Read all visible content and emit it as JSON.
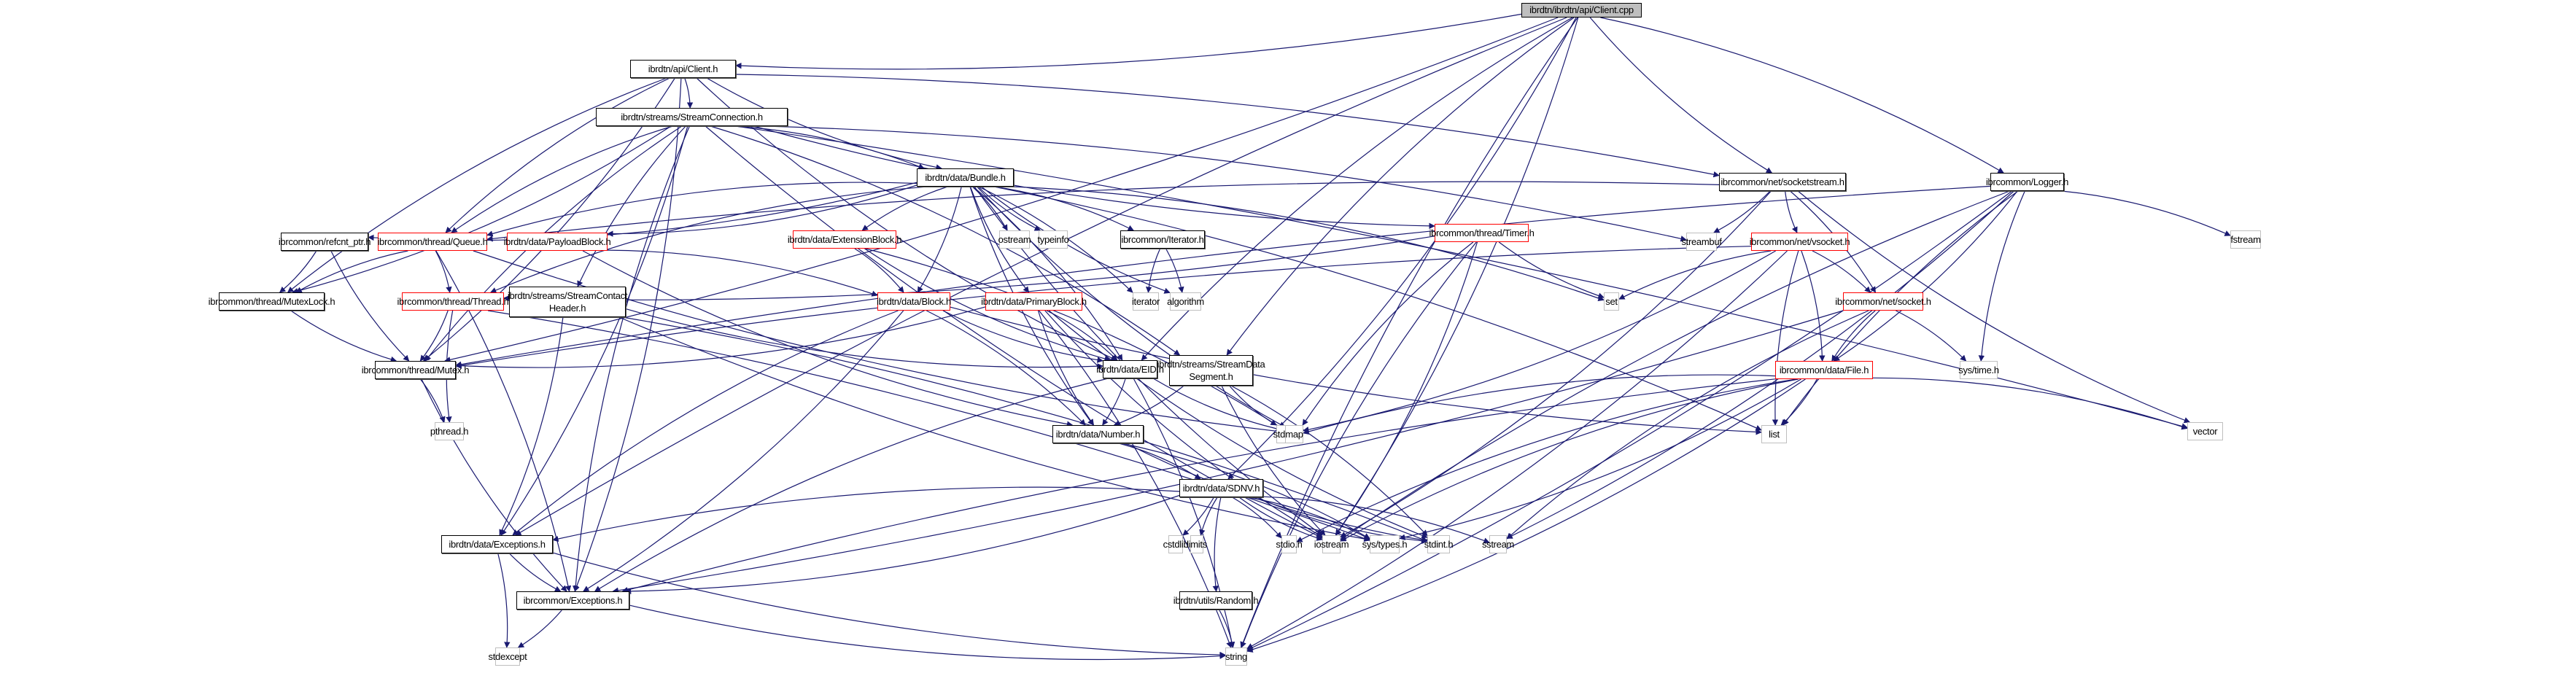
{
  "title": "ibrdtn/ibrdtn/api/Client.cpp include dependency graph",
  "colors": {
    "edge": "#191970",
    "root_fill": "#bfbfbf",
    "truncated_border": "#ff0000",
    "system_border": "#bfbfbf"
  },
  "nodes": {
    "client_cpp": {
      "label": "ibrdtn/ibrdtn/api/Client.cpp",
      "kind": "root"
    },
    "client_h": {
      "label": "ibrdtn/api/Client.h",
      "kind": "doc"
    },
    "streamconnection": {
      "label": "ibrdtn/streams/StreamConnection.h",
      "kind": "doc"
    },
    "bundle": {
      "label": "ibrdtn/data/Bundle.h",
      "kind": "doc"
    },
    "socketstream": {
      "label": "ibrcommon/net/socketstream.h",
      "kind": "doc"
    },
    "logger": {
      "label": "ibrcommon/Logger.h",
      "kind": "doc"
    },
    "refcnt": {
      "label": "ibrcommon/refcnt_ptr.h",
      "kind": "doc"
    },
    "queue": {
      "label": "ibrcommon/thread/Queue.h",
      "kind": "trunc"
    },
    "payloadblock": {
      "label": "ibrdtn/data/PayloadBlock.h",
      "kind": "trunc"
    },
    "extensionblock": {
      "label": "ibrdtn/data/ExtensionBlock.h",
      "kind": "trunc"
    },
    "ostream": {
      "label": "ostream",
      "kind": "sys"
    },
    "typeinfo": {
      "label": "typeinfo",
      "kind": "sys"
    },
    "iterator_h": {
      "label": "ibrcommon/Iterator.h",
      "kind": "doc"
    },
    "timer": {
      "label": "ibrcommon/thread/Timer.h",
      "kind": "trunc"
    },
    "streambuf": {
      "label": "streambuf",
      "kind": "sys"
    },
    "vsocket": {
      "label": "ibrcommon/net/vsocket.h",
      "kind": "trunc"
    },
    "fstream": {
      "label": "fstream",
      "kind": "sys"
    },
    "mutexlock": {
      "label": "ibrcommon/thread/MutexLock.h",
      "kind": "doc"
    },
    "thread": {
      "label": "ibrcommon/thread/Thread.h",
      "kind": "trunc"
    },
    "contactheader": {
      "label": "ibrdtn/streams/StreamContact\nHeader.h",
      "kind": "doc"
    },
    "block": {
      "label": "ibrdtn/data/Block.h",
      "kind": "trunc"
    },
    "primaryblock": {
      "label": "ibrdtn/data/PrimaryBlock.h",
      "kind": "trunc"
    },
    "iterator": {
      "label": "iterator",
      "kind": "sys"
    },
    "algorithm": {
      "label": "algorithm",
      "kind": "sys"
    },
    "set": {
      "label": "set",
      "kind": "sys"
    },
    "socket": {
      "label": "ibrcommon/net/socket.h",
      "kind": "trunc"
    },
    "mutex": {
      "label": "ibrcommon/thread/Mutex.h",
      "kind": "doc"
    },
    "eid": {
      "label": "ibrdtn/data/EID.h",
      "kind": "doc"
    },
    "datasegment": {
      "label": "ibrdtn/streams/StreamData\nSegment.h",
      "kind": "doc"
    },
    "file": {
      "label": "ibrcommon/data/File.h",
      "kind": "trunc"
    },
    "systime": {
      "label": "sys/time.h",
      "kind": "sys"
    },
    "pthread": {
      "label": "pthread.h",
      "kind": "sys"
    },
    "number": {
      "label": "ibrdtn/data/Number.h",
      "kind": "doc"
    },
    "stdlib": {
      "label": "stdlib.h",
      "kind": "sys"
    },
    "map": {
      "label": "map",
      "kind": "sys"
    },
    "list": {
      "label": "list",
      "kind": "sys"
    },
    "vector": {
      "label": "vector",
      "kind": "sys"
    },
    "sdnv": {
      "label": "ibrdtn/data/SDNV.h",
      "kind": "doc"
    },
    "dataexceptions": {
      "label": "ibrdtn/data/Exceptions.h",
      "kind": "doc"
    },
    "systypes": {
      "label": "sys/types.h",
      "kind": "sys"
    },
    "stdint": {
      "label": "stdint.h",
      "kind": "sys"
    },
    "cstdlib": {
      "label": "cstdlib",
      "kind": "sys"
    },
    "limits": {
      "label": "limits",
      "kind": "sys"
    },
    "stdio": {
      "label": "stdio.h",
      "kind": "sys"
    },
    "iostream": {
      "label": "iostream",
      "kind": "sys"
    },
    "sstream": {
      "label": "sstream",
      "kind": "sys"
    },
    "commonexceptions": {
      "label": "ibrcommon/Exceptions.h",
      "kind": "doc"
    },
    "random": {
      "label": "ibrdtn/utils/Random.h",
      "kind": "doc"
    },
    "stdexcept": {
      "label": "stdexcept",
      "kind": "sys"
    },
    "string": {
      "label": "string",
      "kind": "sys"
    }
  },
  "edges": [
    [
      "client_cpp",
      "client_h"
    ],
    [
      "client_cpp",
      "socketstream"
    ],
    [
      "client_cpp",
      "logger"
    ],
    [
      "client_cpp",
      "datasegment"
    ],
    [
      "client_cpp",
      "sdnv"
    ],
    [
      "client_cpp",
      "string"
    ],
    [
      "client_cpp",
      "iostream"
    ],
    [
      "client_cpp",
      "dataexceptions"
    ],
    [
      "client_cpp",
      "mutex"
    ],
    [
      "client_cpp",
      "eid"
    ],
    [
      "client_h",
      "streamconnection"
    ],
    [
      "client_h",
      "bundle"
    ],
    [
      "client_h",
      "socketstream"
    ],
    [
      "client_h",
      "queue"
    ],
    [
      "client_h",
      "mutex"
    ],
    [
      "client_h",
      "mutexlock"
    ],
    [
      "client_h",
      "commonexceptions"
    ],
    [
      "client_h",
      "eid"
    ],
    [
      "streamconnection",
      "bundle"
    ],
    [
      "streamconnection",
      "contactheader"
    ],
    [
      "streamconnection",
      "datasegment"
    ],
    [
      "streamconnection",
      "queue"
    ],
    [
      "streamconnection",
      "mutexlock"
    ],
    [
      "streamconnection",
      "mutex"
    ],
    [
      "streamconnection",
      "dataexceptions"
    ],
    [
      "streamconnection",
      "commonexceptions"
    ],
    [
      "streamconnection",
      "streambuf"
    ],
    [
      "streamconnection",
      "timer"
    ],
    [
      "streamconnection",
      "vector"
    ],
    [
      "streamconnection",
      "iostream"
    ],
    [
      "bundle",
      "refcnt"
    ],
    [
      "bundle",
      "queue"
    ],
    [
      "bundle",
      "payloadblock"
    ],
    [
      "bundle",
      "extensionblock"
    ],
    [
      "bundle",
      "ostream"
    ],
    [
      "bundle",
      "typeinfo"
    ],
    [
      "bundle",
      "iterator_h"
    ],
    [
      "bundle",
      "primaryblock"
    ],
    [
      "bundle",
      "block"
    ],
    [
      "bundle",
      "thread"
    ],
    [
      "bundle",
      "iterator"
    ],
    [
      "bundle",
      "algorithm"
    ],
    [
      "bundle",
      "set"
    ],
    [
      "bundle",
      "map"
    ],
    [
      "bundle",
      "list"
    ],
    [
      "bundle",
      "number"
    ],
    [
      "bundle",
      "eid"
    ],
    [
      "bundle",
      "iostream"
    ],
    [
      "socketstream",
      "streambuf"
    ],
    [
      "socketstream",
      "vsocket"
    ],
    [
      "socketstream",
      "socket"
    ],
    [
      "socketstream",
      "vector"
    ],
    [
      "socketstream",
      "iostream"
    ],
    [
      "socketstream",
      "queue"
    ],
    [
      "logger",
      "fstream"
    ],
    [
      "logger",
      "systime"
    ],
    [
      "logger",
      "file"
    ],
    [
      "logger",
      "list"
    ],
    [
      "logger",
      "sstream"
    ],
    [
      "logger",
      "iostream"
    ],
    [
      "logger",
      "string"
    ],
    [
      "logger",
      "mutex"
    ],
    [
      "refcnt",
      "mutexlock"
    ],
    [
      "refcnt",
      "mutex"
    ],
    [
      "queue",
      "thread"
    ],
    [
      "queue",
      "mutexlock"
    ],
    [
      "queue",
      "commonexceptions"
    ],
    [
      "queue",
      "map"
    ],
    [
      "payloadblock",
      "block"
    ],
    [
      "payloadblock",
      "number"
    ],
    [
      "extensionblock",
      "block"
    ],
    [
      "extensionblock",
      "eid"
    ],
    [
      "extensionblock",
      "map"
    ],
    [
      "iterator_h",
      "iterator"
    ],
    [
      "iterator_h",
      "algorithm"
    ],
    [
      "timer",
      "set"
    ],
    [
      "timer",
      "thread"
    ],
    [
      "timer",
      "map"
    ],
    [
      "timer",
      "iostream"
    ],
    [
      "timer",
      "string"
    ],
    [
      "vsocket",
      "socket"
    ],
    [
      "vsocket",
      "set"
    ],
    [
      "vsocket",
      "file"
    ],
    [
      "vsocket",
      "list"
    ],
    [
      "vsocket",
      "map"
    ],
    [
      "vsocket",
      "mutex"
    ],
    [
      "vsocket",
      "string"
    ],
    [
      "socket",
      "file"
    ],
    [
      "socket",
      "systime"
    ],
    [
      "socket",
      "sstream"
    ],
    [
      "socket",
      "commonexceptions"
    ],
    [
      "mutexlock",
      "mutex"
    ],
    [
      "thread",
      "mutex"
    ],
    [
      "thread",
      "pthread"
    ],
    [
      "thread",
      "systypes"
    ],
    [
      "contactheader",
      "eid"
    ],
    [
      "contactheader",
      "dataexceptions"
    ],
    [
      "contactheader",
      "systypes"
    ],
    [
      "contactheader",
      "stdint"
    ],
    [
      "block",
      "eid"
    ],
    [
      "block",
      "number"
    ],
    [
      "block",
      "dataexceptions"
    ],
    [
      "block",
      "commonexceptions"
    ],
    [
      "block",
      "list"
    ],
    [
      "primaryblock",
      "eid"
    ],
    [
      "primaryblock",
      "number"
    ],
    [
      "primaryblock",
      "mutex"
    ],
    [
      "primaryblock",
      "stdint"
    ],
    [
      "primaryblock",
      "string"
    ],
    [
      "primaryblock",
      "iostream"
    ],
    [
      "mutex",
      "pthread"
    ],
    [
      "mutex",
      "commonexceptions"
    ],
    [
      "eid",
      "number"
    ],
    [
      "eid",
      "map"
    ],
    [
      "eid",
      "string"
    ],
    [
      "eid",
      "commonexceptions"
    ],
    [
      "datasegment",
      "number"
    ],
    [
      "datasegment",
      "stdlib"
    ],
    [
      "datasegment",
      "stdint"
    ],
    [
      "datasegment",
      "iostream"
    ],
    [
      "file",
      "list"
    ],
    [
      "file",
      "map"
    ],
    [
      "file",
      "vector"
    ],
    [
      "file",
      "iostream"
    ],
    [
      "file",
      "systypes"
    ],
    [
      "file",
      "stdio"
    ],
    [
      "file",
      "string"
    ],
    [
      "file",
      "commonexceptions"
    ],
    [
      "number",
      "sdnv"
    ],
    [
      "number",
      "stdint"
    ],
    [
      "number",
      "systypes"
    ],
    [
      "sdnv",
      "dataexceptions"
    ],
    [
      "sdnv",
      "systypes"
    ],
    [
      "sdnv",
      "stdint"
    ],
    [
      "sdnv",
      "cstdlib"
    ],
    [
      "sdnv",
      "limits"
    ],
    [
      "sdnv",
      "stdio"
    ],
    [
      "sdnv",
      "iostream"
    ],
    [
      "sdnv",
      "sstream"
    ],
    [
      "sdnv",
      "random"
    ],
    [
      "sdnv",
      "commonexceptions"
    ],
    [
      "dataexceptions",
      "commonexceptions"
    ],
    [
      "dataexceptions",
      "stdexcept"
    ],
    [
      "dataexceptions",
      "string"
    ],
    [
      "commonexceptions",
      "stdexcept"
    ],
    [
      "commonexceptions",
      "string"
    ],
    [
      "random",
      "string"
    ]
  ]
}
